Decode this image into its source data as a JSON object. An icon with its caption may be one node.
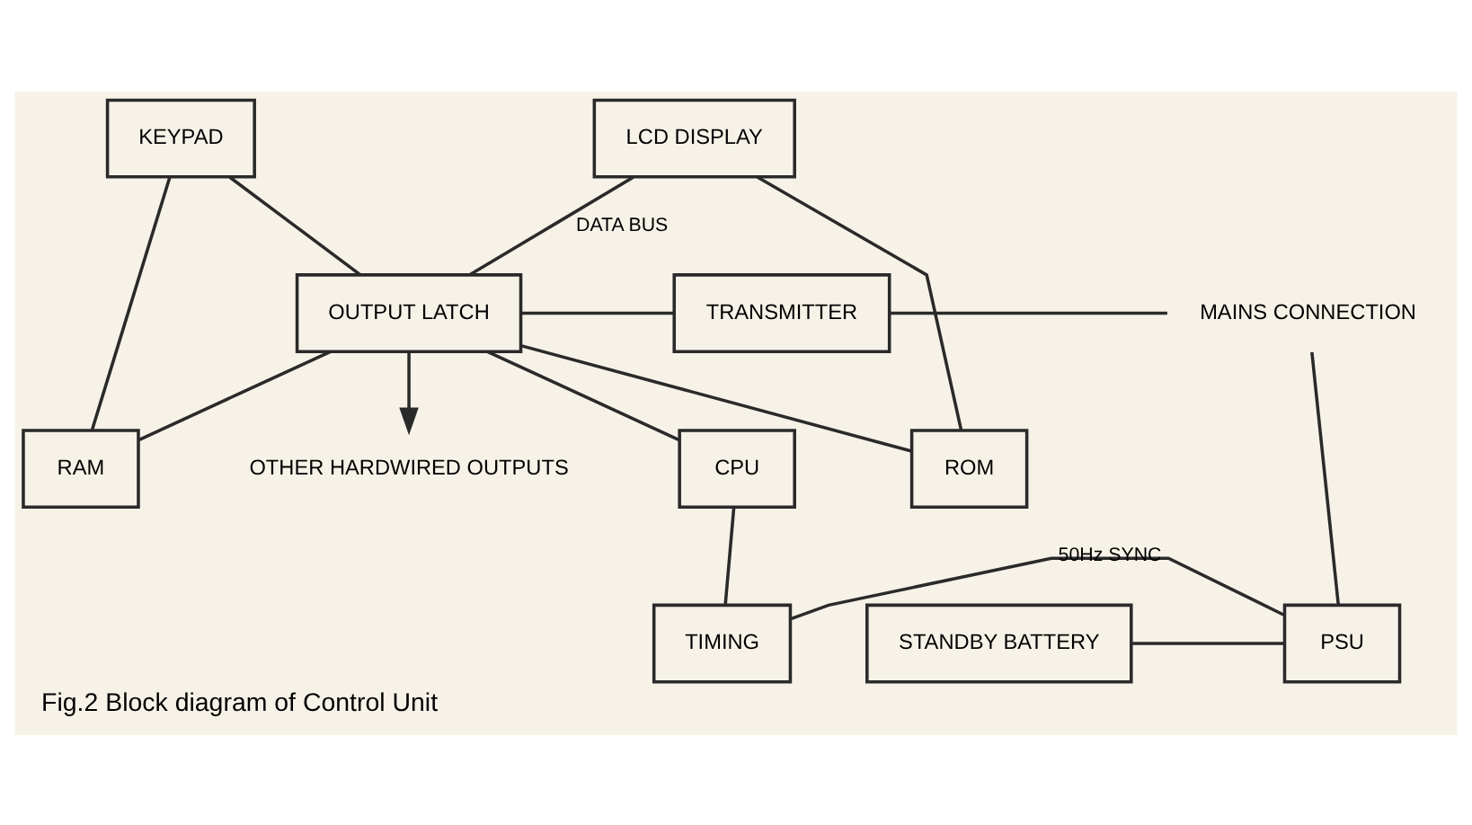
{
  "diagram": {
    "caption": "Fig.2 Block diagram of Control Unit",
    "nodes": [
      {
        "text": [
          "LCD DISPLAY"
        ]
      },
      {
        "text": [
          "KEYPAD"
        ]
      },
      {
        "text": [
          "OUTPUT LATCH"
        ]
      },
      {
        "text": [
          "TRANSMITTER"
        ]
      },
      {
        "text": [
          "MAINS CONNECTION"
        ]
      },
      {
        "text": [
          "ROM"
        ]
      },
      {
        "text": [
          "RAM"
        ]
      },
      {
        "text": [
          "CPU"
        ]
      },
      {
        "text": [
          "OTHER HARDWIRED OUTPUTS"
        ]
      },
      {
        "text": [
          "TIMING"
        ]
      },
      {
        "text": [
          "STANDBY BATTERY"
        ]
      },
      {
        "text": [
          "PSU"
        ]
      }
    ],
    "edges": [
      {
        "from": 0,
        "to": 5,
        "arrow": "none"
      },
      {
        "from": 0,
        "to": 2,
        "arrow": "none",
        "label": "DATA BUS"
      },
      {
        "from": 1,
        "to": 6,
        "arrow": "none"
      },
      {
        "from": 1,
        "to": 2,
        "arrow": "none"
      },
      {
        "from": 5,
        "to": 2,
        "arrow": "none"
      },
      {
        "from": 6,
        "to": 2,
        "arrow": "none"
      },
      {
        "from": 7,
        "to": 2,
        "arrow": "none"
      },
      {
        "from": 2,
        "to": 3,
        "arrow": "none"
      },
      {
        "from": 3,
        "to": 4,
        "arrow": "none"
      },
      {
        "from": 11,
        "to": 4,
        "arrow": "none"
      },
      {
        "from": 2,
        "to": 8,
        "arrow": "to"
      },
      {
        "from": 7,
        "to": 9,
        "arrow": "none"
      },
      {
        "from": 10,
        "to": 11,
        "arrow": "none"
      },
      {
        "from": 9,
        "to": 11,
        "arrow": "none",
        "label": "50Hz SYNC"
      }
    ]
  }
}
